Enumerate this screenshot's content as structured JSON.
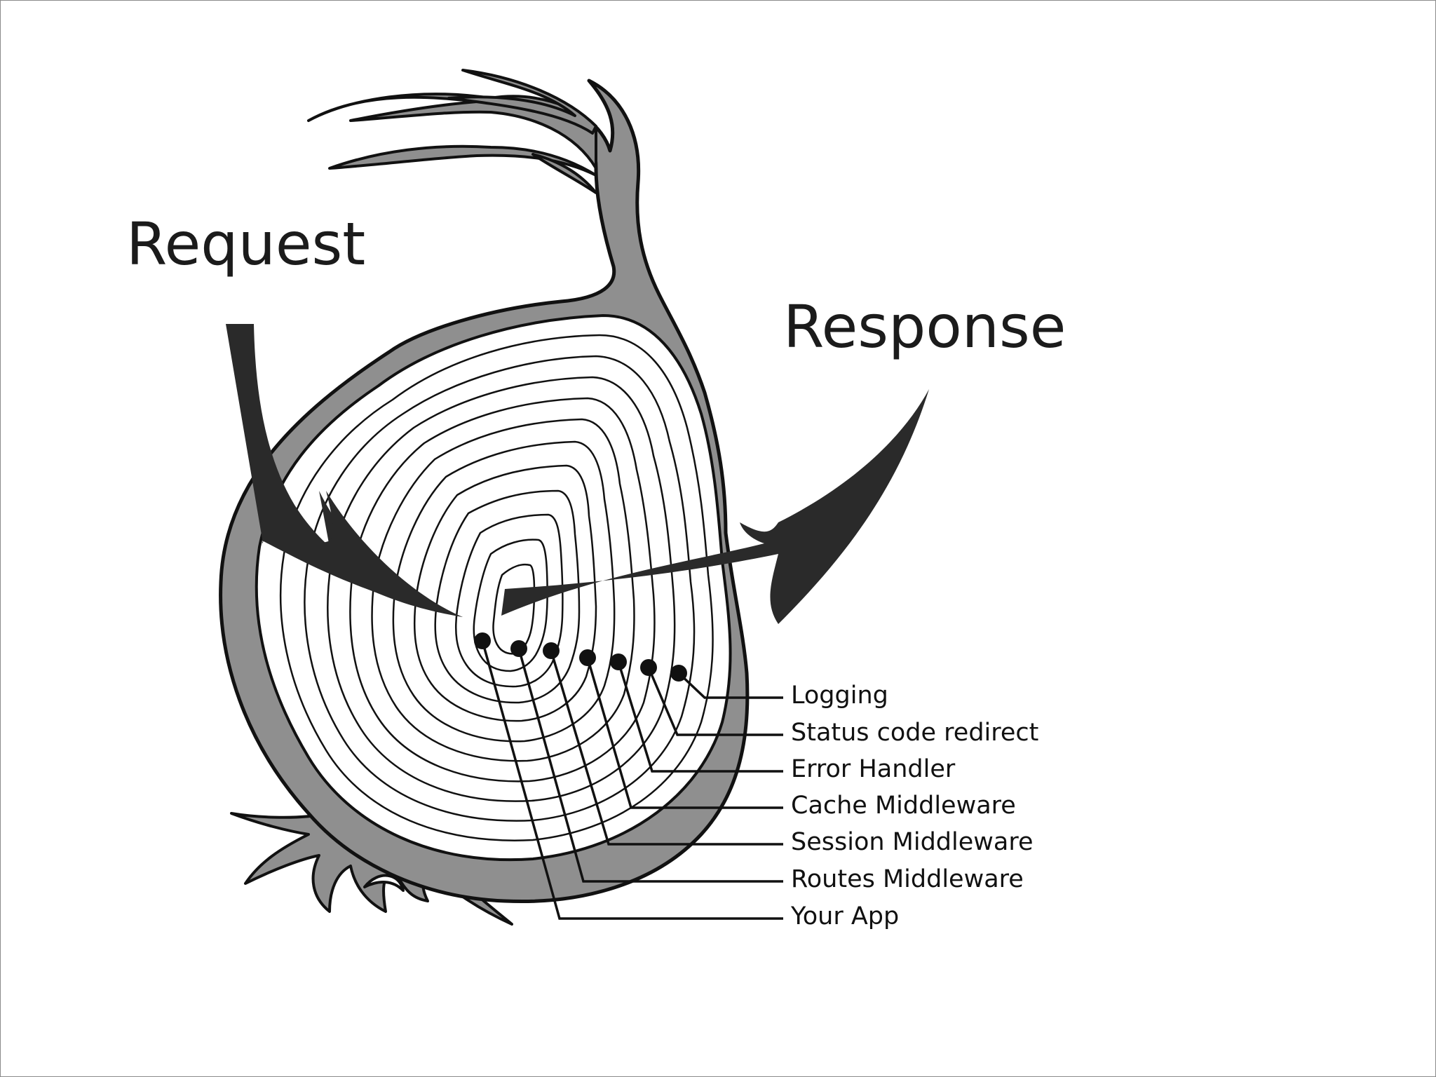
{
  "diagram": {
    "request_label": "Request",
    "response_label": "Response",
    "layers": [
      "Logging",
      "Status code redirect",
      "Error Handler",
      "Cache Middleware",
      "Session Middleware",
      "Routes Middleware",
      "Your App"
    ]
  },
  "colors": {
    "skin": "#8f8f8f",
    "arrow": "#2a2a2a",
    "outline": "#111111",
    "flesh": "#ffffff"
  }
}
